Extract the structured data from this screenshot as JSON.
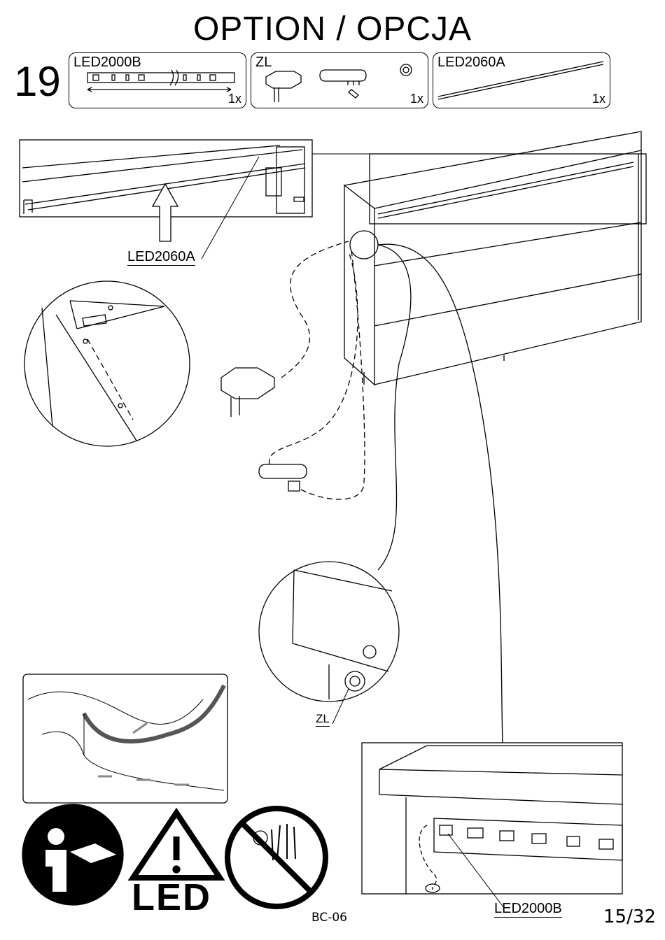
{
  "header": {
    "title": "OPTION / OPCJA",
    "step_number": "19"
  },
  "parts": [
    {
      "label": "LED2000B",
      "quantity": "1x"
    },
    {
      "label": "ZL",
      "quantity": "1x"
    },
    {
      "label": "LED2060A",
      "quantity": "1x"
    }
  ],
  "callouts": {
    "top_profile": "LED2060A",
    "pin": "ZL",
    "strip": "LED2000B"
  },
  "warning_sign": {
    "text": "LED"
  },
  "footer": {
    "model_code": "BC-06",
    "page": "15/32"
  }
}
